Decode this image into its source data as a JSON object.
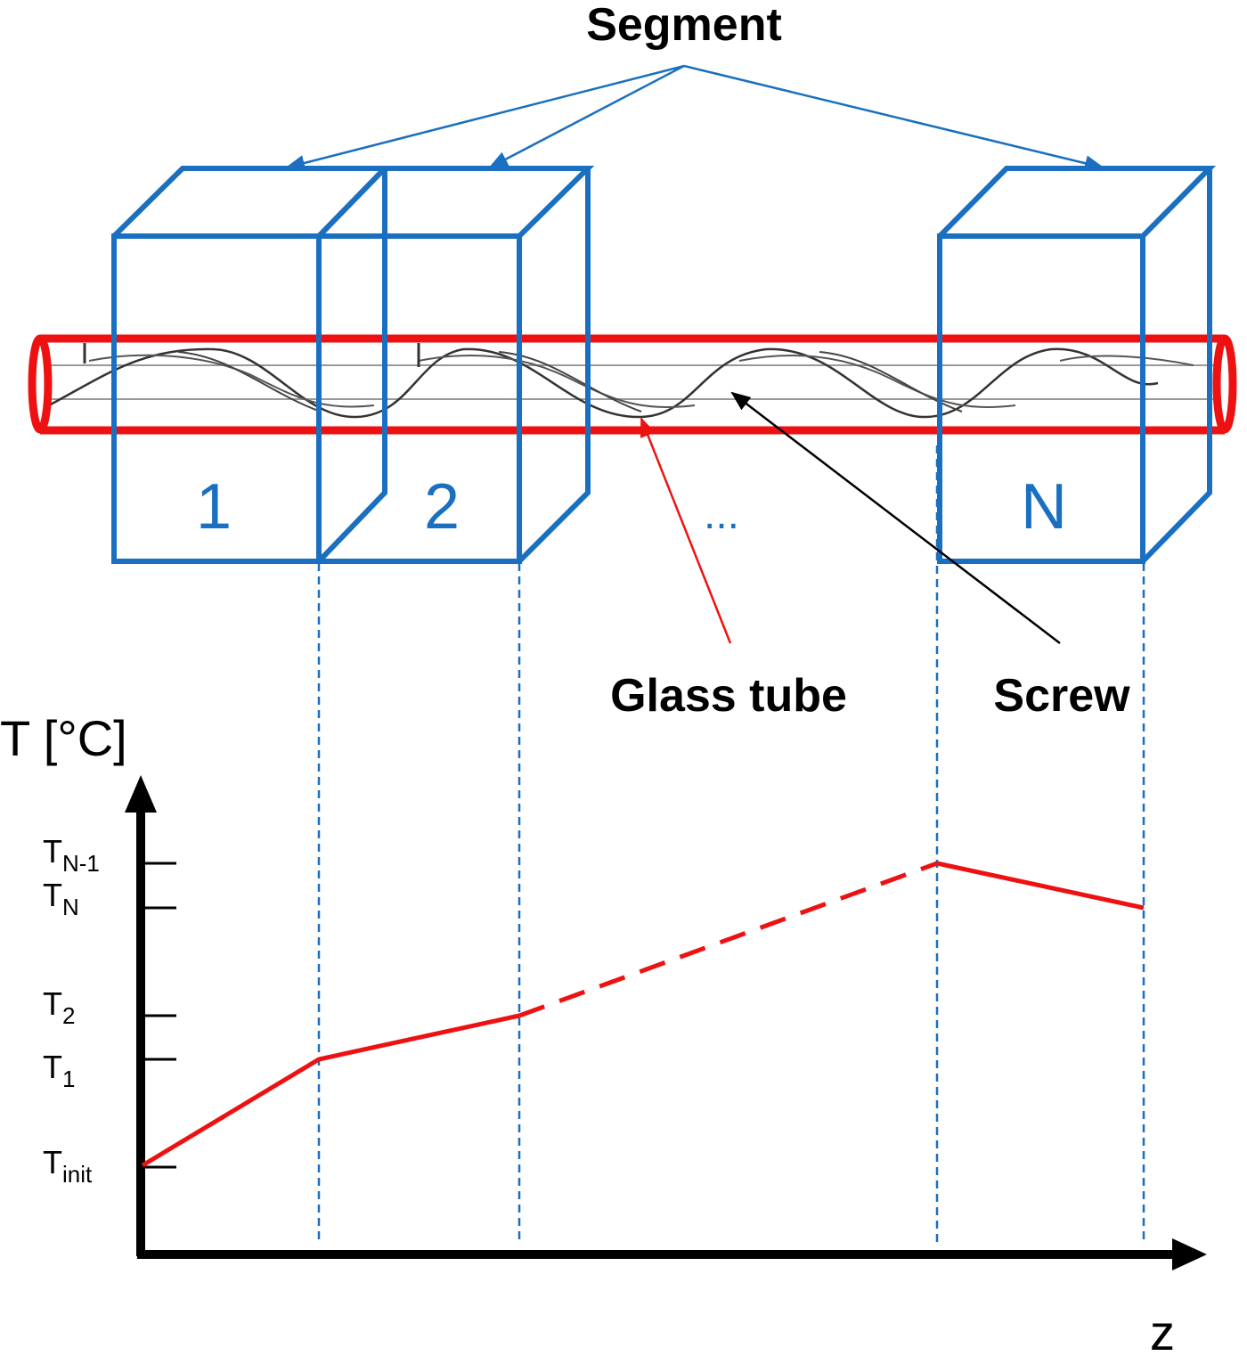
{
  "labels": {
    "segment": "Segment",
    "glass_tube": "Glass tube",
    "screw": "Screw",
    "ellipsis": "...",
    "y_axis": "T [°C]",
    "x_axis": "z"
  },
  "segments": [
    {
      "label": "1"
    },
    {
      "label": "2"
    },
    {
      "label": "N"
    }
  ],
  "ticks": [
    {
      "main": "T",
      "sub": "N-1"
    },
    {
      "main": "T",
      "sub": "N"
    },
    {
      "main": "T",
      "sub": "2"
    },
    {
      "main": "T",
      "sub": "1"
    },
    {
      "main": "T",
      "sub": "init"
    }
  ],
  "colors": {
    "segment_blue": "#1a6fc0",
    "tube_red": "#ee1111",
    "axis_black": "#000000"
  }
}
